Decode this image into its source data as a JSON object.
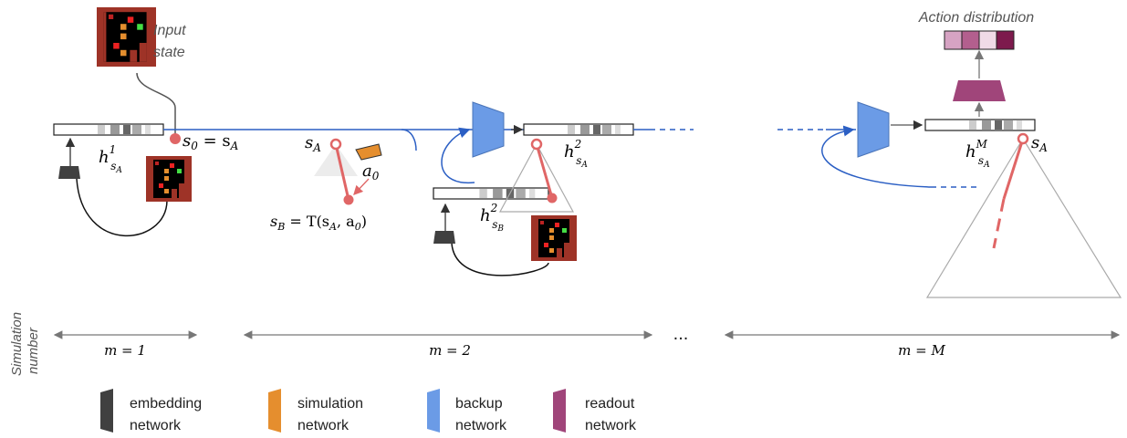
{
  "labels": {
    "input_state": [
      "Input",
      "state"
    ],
    "action_distribution": "Action distribution",
    "simulation_number": [
      "Simulation",
      "number"
    ],
    "ellipsis": "..."
  },
  "math": {
    "s0": "s",
    "s0_sub": "0",
    "s0_rhs": " = s",
    "s0_rhs_sub": "A",
    "sA": "s",
    "sA_sub": "A",
    "a0": "a",
    "a0_sub": "0",
    "sB_eq": "s",
    "sB_eq_sub": "B",
    "sB_eq_rhs": " = T(s",
    "sB_eq_rhs_sub": "A",
    "sB_eq_rhs_tail": ", a",
    "sB_eq_rhs_tail_sub": "0",
    "sB_eq_close": ")",
    "h": "h",
    "h1_sup": "1",
    "h2_sup": "2",
    "hM_sup": "M",
    "hsub_s": "s",
    "hsub_A": "A",
    "hsub_B": "B"
  },
  "ranges": {
    "m1": "m = 1",
    "m2": "m = 2",
    "mM": "m = M"
  },
  "legend": [
    {
      "line1": "embedding",
      "line2": "network",
      "color": "#404040"
    },
    {
      "line1": "simulation",
      "line2": "network",
      "color": "#e58e2e"
    },
    {
      "line1": "backup",
      "line2": "network",
      "color": "#6b9be6"
    },
    {
      "line1": "readout",
      "line2": "network",
      "color": "#a0457a"
    }
  ],
  "colors": {
    "red": "#e06666",
    "blue": "#2b5fc4",
    "embedding": "#404040",
    "simulation": "#e58e2e",
    "backup": "#6b9be6",
    "readout": "#a0457a",
    "grid_bg": "#9e3327"
  },
  "action_distribution_cells": [
    "#d6a3c3",
    "#b35f8e",
    "#f0dbe7",
    "#7d1a4d"
  ]
}
